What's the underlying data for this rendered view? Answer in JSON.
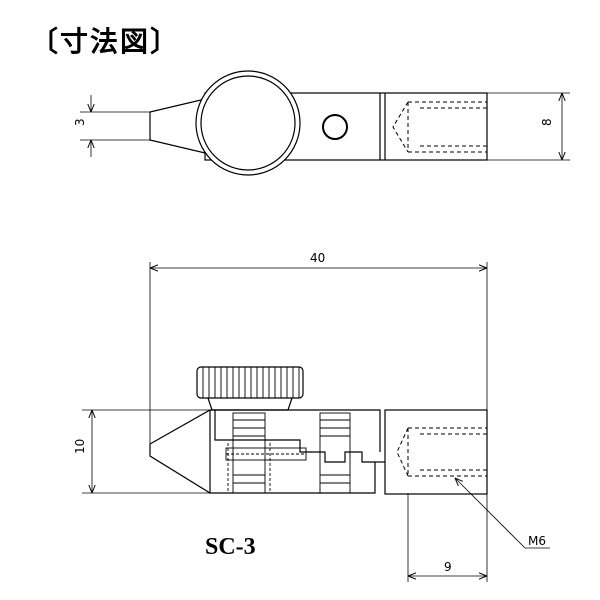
{
  "title": "〔寸法図〕",
  "model_name": "SC-3",
  "dimensions": {
    "tip_width": "3",
    "body_height_top": "8",
    "overall_length": "40",
    "height_front": "10",
    "thread_depth": "9",
    "thread_label": "M6"
  }
}
